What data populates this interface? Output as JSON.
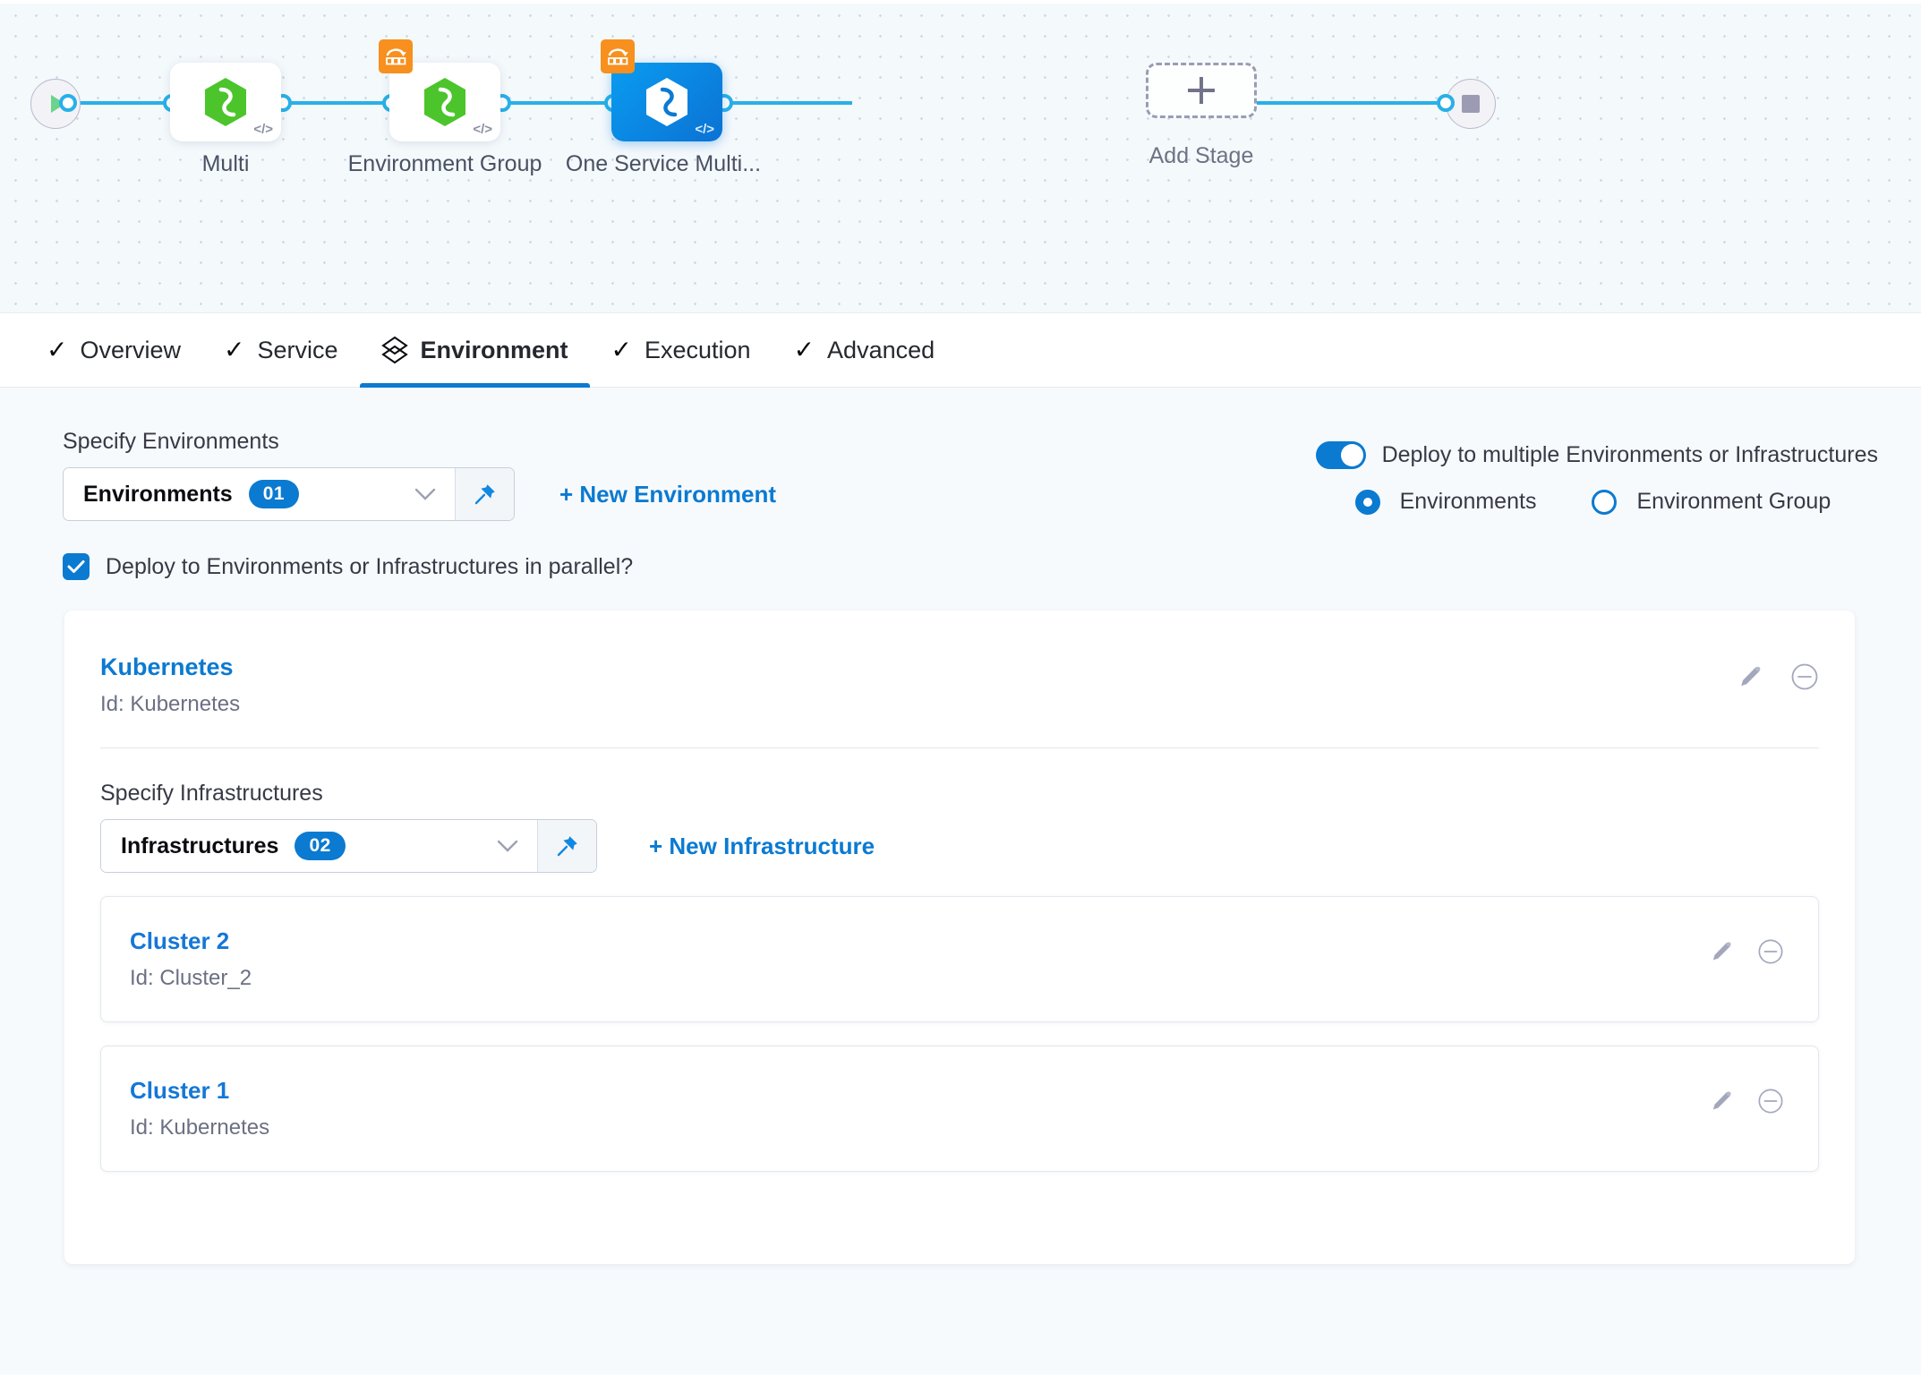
{
  "pipeline": {
    "start_icon": "play-icon",
    "end_icon": "stop-icon",
    "stages": [
      {
        "label": "Multi",
        "icon": "harness-hexagon-icon",
        "selected": false,
        "badge": false
      },
      {
        "label": "Environment Group",
        "icon": "harness-hexagon-icon",
        "selected": false,
        "badge": true
      },
      {
        "label": "One Service Multi...",
        "icon": "harness-hexagon-icon",
        "selected": true,
        "badge": true
      }
    ],
    "add_stage_label": "Add Stage",
    "add_stage_icon": "plus-icon",
    "connector_color": "#28b0e8",
    "selected_color": "#0b7ad1"
  },
  "tabs": [
    {
      "label": "Overview",
      "icon": "check-icon",
      "active": false
    },
    {
      "label": "Service",
      "icon": "check-icon",
      "active": false
    },
    {
      "label": "Environment",
      "icon": "layers-icon",
      "active": true
    },
    {
      "label": "Execution",
      "icon": "check-icon",
      "active": false
    },
    {
      "label": "Advanced",
      "icon": "check-icon",
      "active": false
    }
  ],
  "environments": {
    "section_label": "Specify Environments",
    "select_text": "Environments",
    "select_count": "01",
    "chevron_icon": "chevron-down-icon",
    "pin_icon": "pin-icon",
    "new_link": "+ New Environment"
  },
  "deploy_options": {
    "toggle_label": "Deploy to multiple Environments or Infrastructures",
    "toggle_on": true,
    "radios": [
      {
        "label": "Environments",
        "checked": true
      },
      {
        "label": "Environment Group",
        "checked": false
      }
    ]
  },
  "parallel": {
    "label": "Deploy to Environments or Infrastructures in parallel?",
    "checked": true,
    "check_icon": "checkmark-icon"
  },
  "environment_card": {
    "name": "Kubernetes",
    "id_text": "Id: Kubernetes",
    "edit_icon": "pencil-icon",
    "remove_icon": "minus-circle-icon"
  },
  "infrastructures": {
    "section_label": "Specify Infrastructures",
    "select_text": "Infrastructures",
    "select_count": "02",
    "chevron_icon": "chevron-down-icon",
    "pin_icon": "pin-icon",
    "new_link": "+ New Infrastructure",
    "items": [
      {
        "name": "Cluster 2",
        "id_text": "Id: Cluster_2",
        "edit_icon": "pencil-icon",
        "remove_icon": "minus-circle-icon"
      },
      {
        "name": "Cluster 1",
        "id_text": "Id: Kubernetes",
        "edit_icon": "pencil-icon",
        "remove_icon": "minus-circle-icon"
      }
    ]
  },
  "colors": {
    "accent": "#0b7ad1",
    "link": "#1577d6",
    "connector": "#28b0e8",
    "badge_orange": "#f7901e",
    "hex_green": "#4bc52b"
  }
}
